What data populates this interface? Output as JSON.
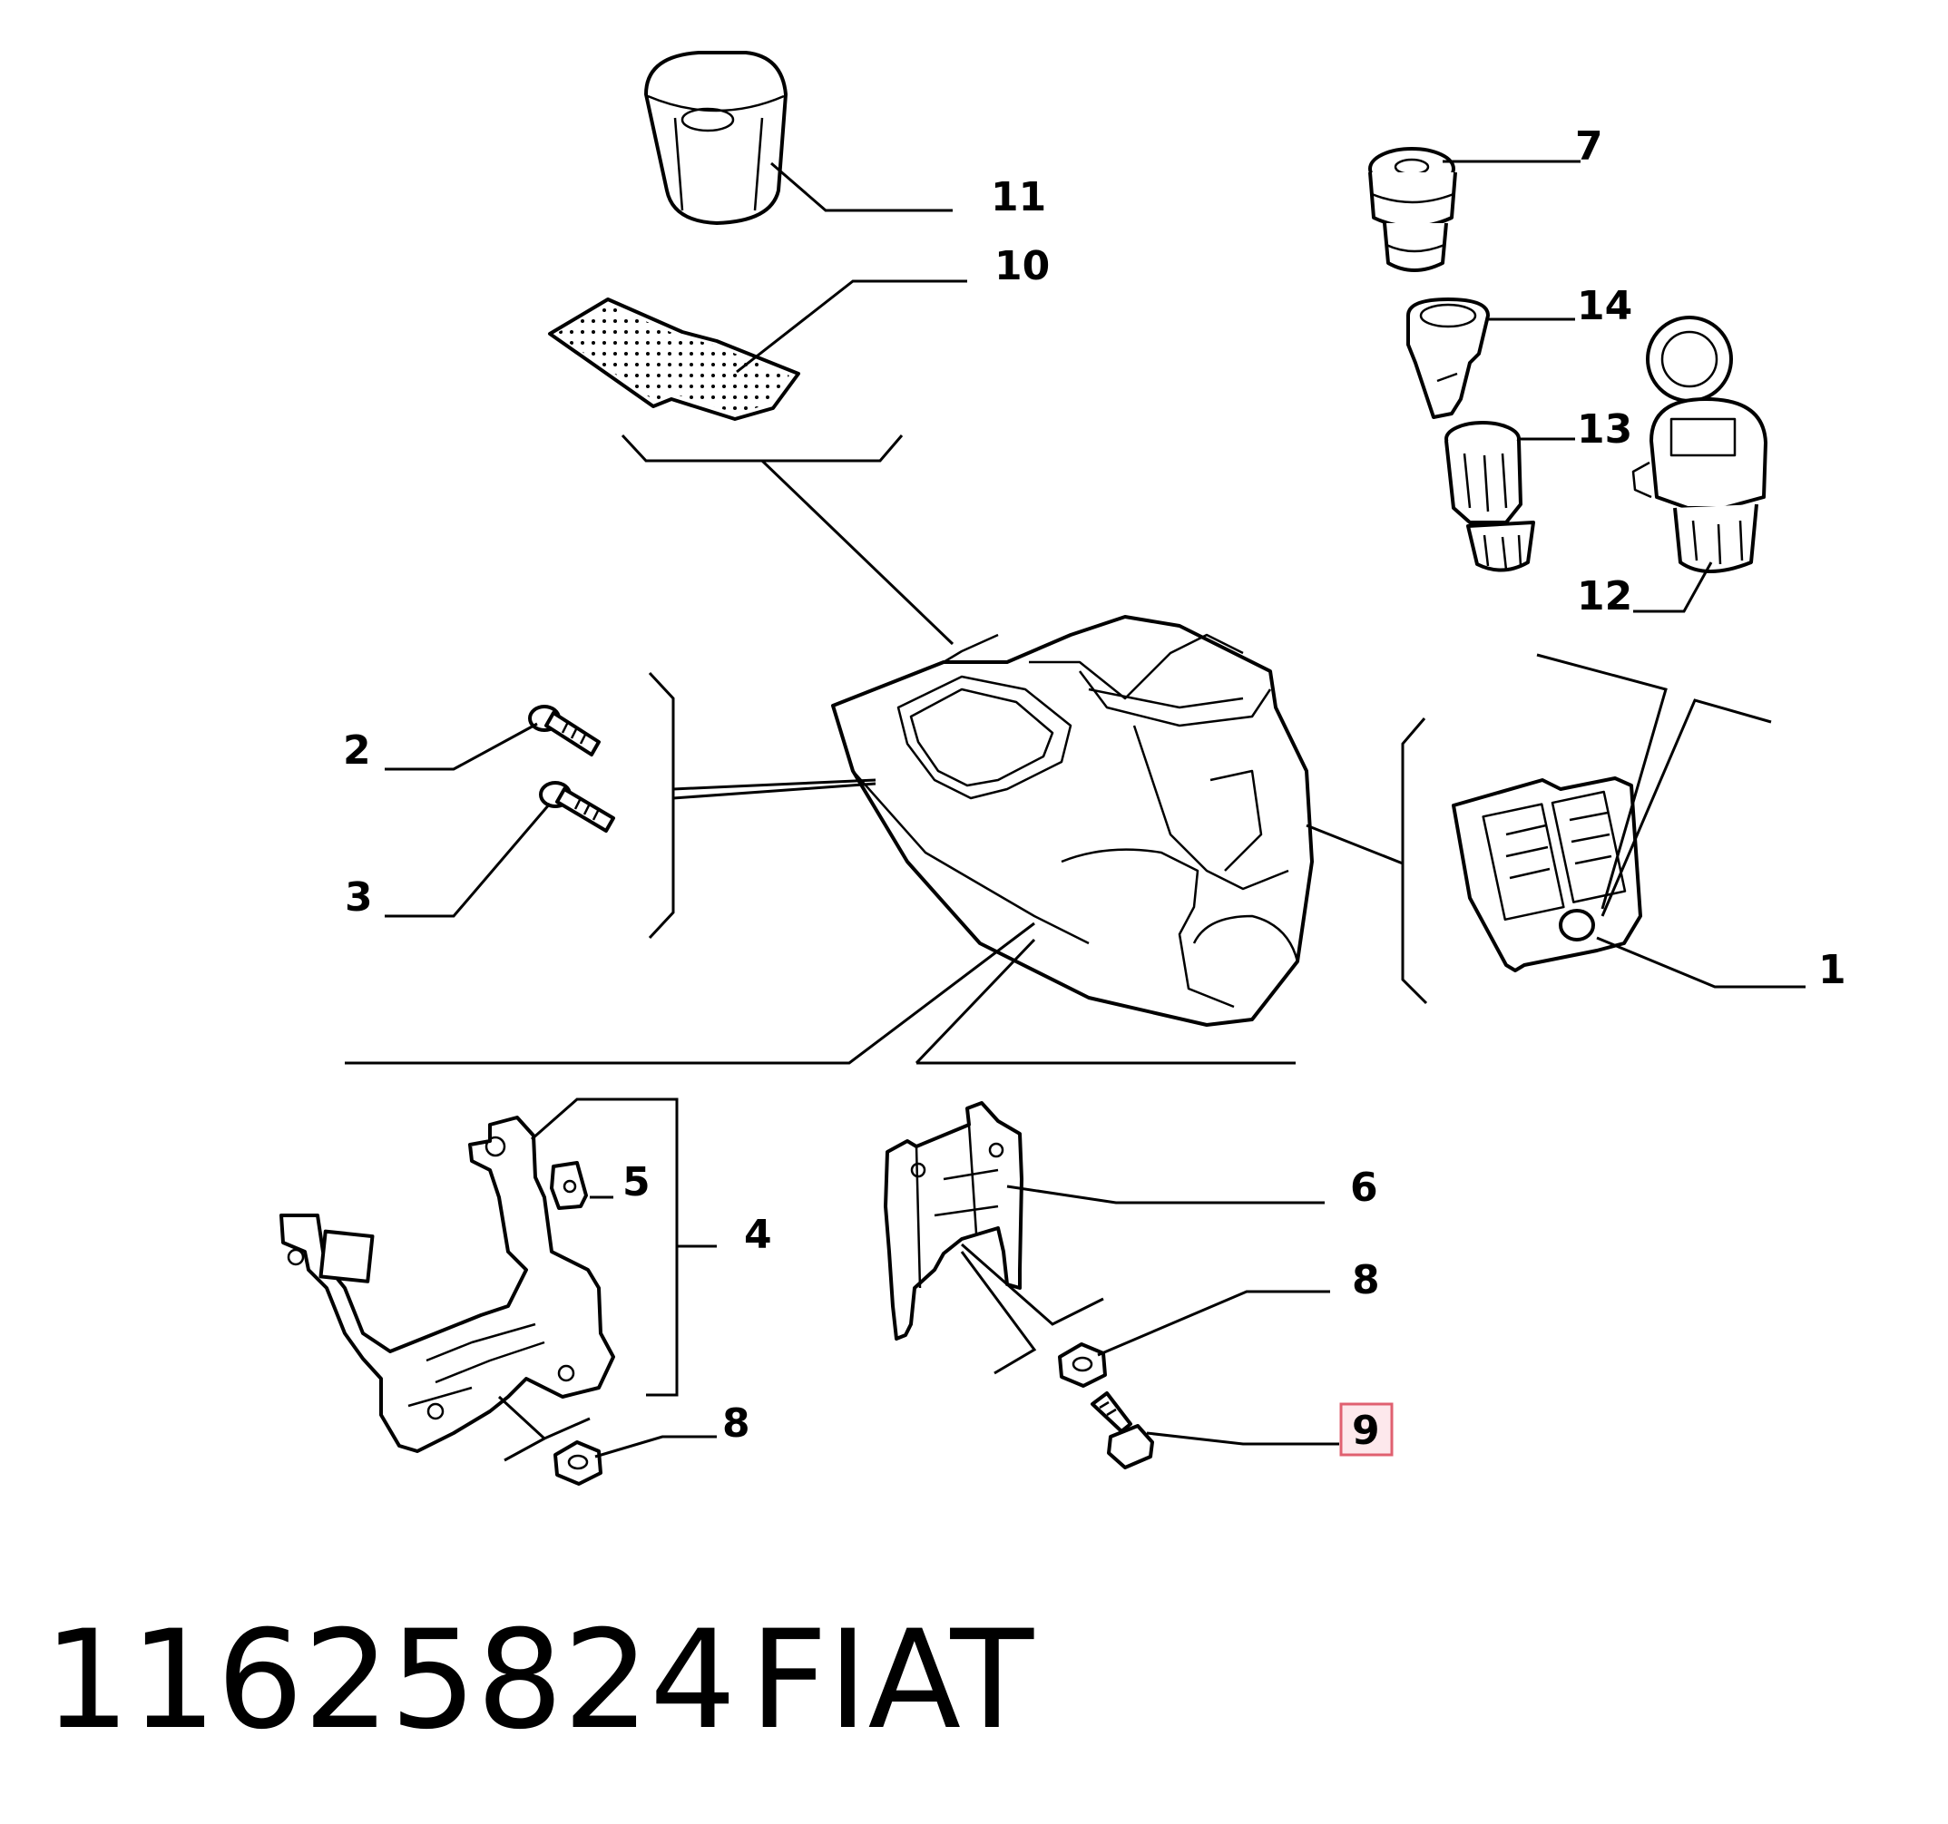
{
  "callouts": {
    "c1": "1",
    "c2": "2",
    "c3": "3",
    "c4": "4",
    "c5": "5",
    "c6": "6",
    "c7": "7",
    "c8a": "8",
    "c8b": "8",
    "c9": "9",
    "c10": "10",
    "c11": "11",
    "c12": "12",
    "c13": "13",
    "c14": "14"
  },
  "highlight": {
    "callout": "9",
    "color": "#e06070"
  },
  "footer": {
    "part_number": "11625824",
    "brand": "FIAT"
  },
  "colors": {
    "line": "#000000",
    "background": "#ffffff"
  }
}
